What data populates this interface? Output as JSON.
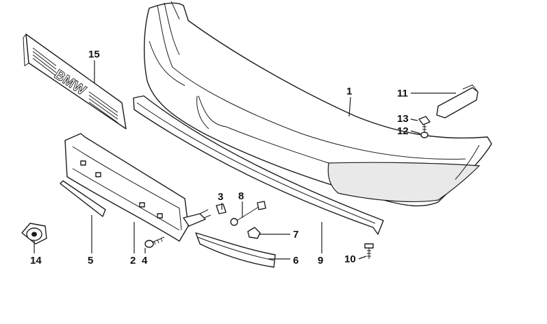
{
  "diagram": {
    "badge_text": "BMW",
    "callouts": [
      {
        "id": "c1",
        "number": "1"
      },
      {
        "id": "c2",
        "number": "2"
      },
      {
        "id": "c3",
        "number": "3"
      },
      {
        "id": "c4",
        "number": "4"
      },
      {
        "id": "c5",
        "number": "5"
      },
      {
        "id": "c6",
        "number": "6"
      },
      {
        "id": "c7",
        "number": "7"
      },
      {
        "id": "c8",
        "number": "8"
      },
      {
        "id": "c9",
        "number": "9"
      },
      {
        "id": "c10",
        "number": "10"
      },
      {
        "id": "c11",
        "number": "11"
      },
      {
        "id": "c12",
        "number": "12"
      },
      {
        "id": "c13",
        "number": "13"
      },
      {
        "id": "c14",
        "number": "14"
      },
      {
        "id": "c15",
        "number": "15"
      }
    ]
  }
}
